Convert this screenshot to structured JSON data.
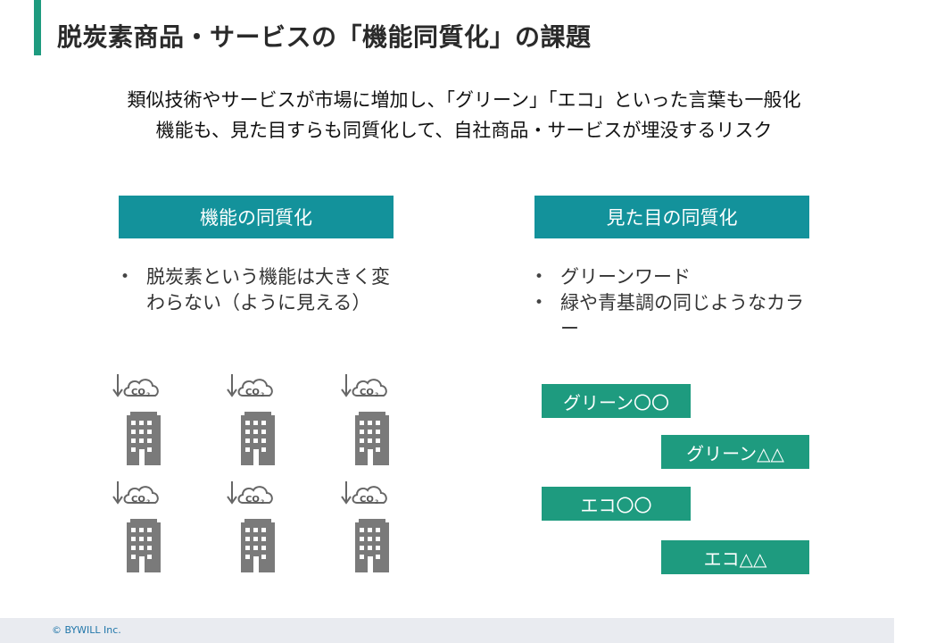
{
  "page": {
    "title": "脱炭素商品・サービスの「機能同質化」の課題",
    "subtitle_line1": "類似技術やサービスが市場に増加し、「グリーン」「エコ」といった言葉も一般化",
    "subtitle_line2": "機能も、見た目すらも同質化して、自社商品・サービスが埋没するリスク"
  },
  "left_column": {
    "header": "機能の同質化",
    "bullets": [
      "脱炭素という機能は大きく変わらない（ように見える）"
    ],
    "icons": [
      "co2-reduction-icon",
      "building-icon"
    ]
  },
  "right_column": {
    "header": "見た目の同質化",
    "bullets": [
      "グリーンワード",
      "緑や青基調の同じようなカラー"
    ],
    "tags": [
      "グリーン〇〇",
      "グリーン△△",
      "エコ〇〇",
      "エコ△△"
    ]
  },
  "footer": {
    "copyright": "© BYWILL Inc."
  },
  "colors": {
    "accent_green": "#1e9b7f",
    "header_teal": "#13929b",
    "icon_gray": "#7a7a7a",
    "footer_bg": "#e9ebf0"
  }
}
